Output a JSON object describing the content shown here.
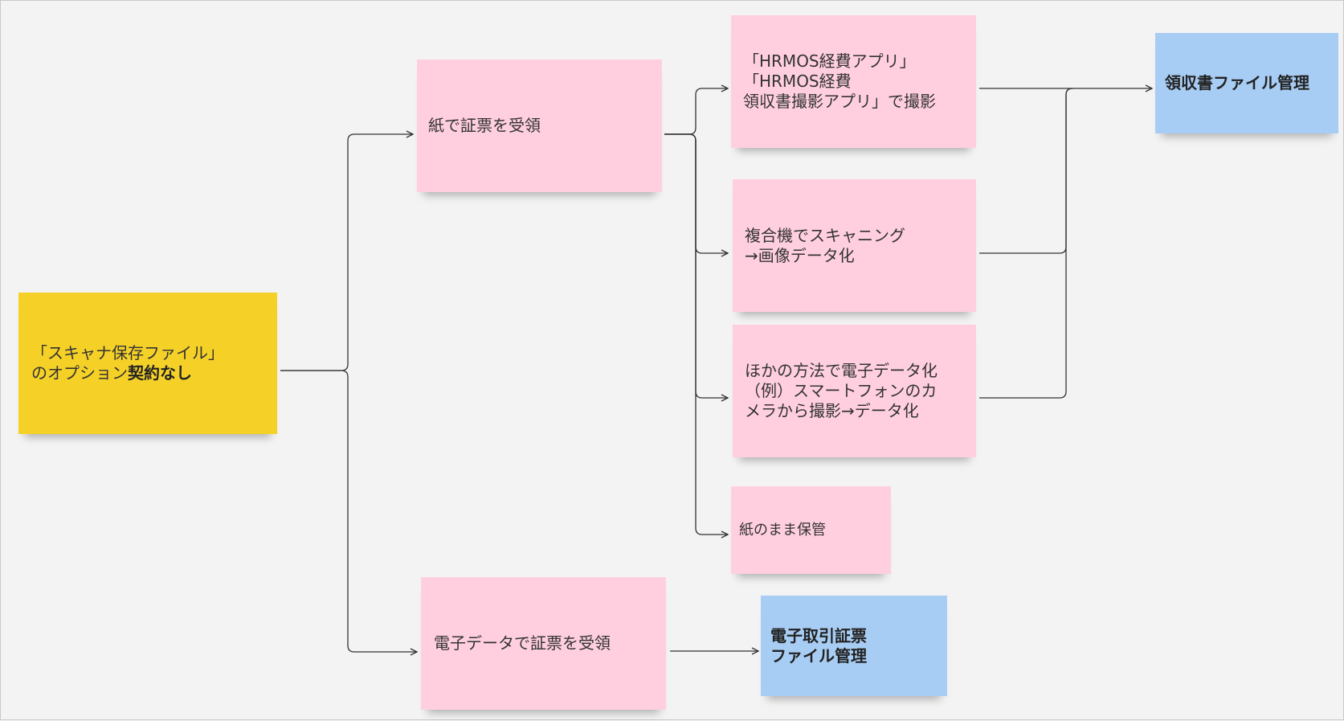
{
  "nodes": {
    "root": {
      "prefix": "「スキャナ保存ファイル」\nのオプション",
      "bold": "契約なし"
    },
    "paper": "紙で証票を受領",
    "electronic": "電子データで証票を受領",
    "app_photo": "「HRMOS経費アプリ」\n「HRMOS経費\n領収書撮影アプリ」で撮影",
    "scanner": "複合機でスキャニング\n→画像データ化",
    "other_method": "ほかの方法で電子データ化\n（例）スマートフォンのカ\nメラから撮影→データ化",
    "keep_paper": "紙のまま保管",
    "receipt_file": "領収書ファイル管理",
    "etrade_file": "電子取引証票\nファイル管理"
  },
  "colors": {
    "yellow": "#f5d128",
    "pink": "#ffcfe0",
    "blue": "#a8cdf4",
    "connector": "#333333"
  }
}
